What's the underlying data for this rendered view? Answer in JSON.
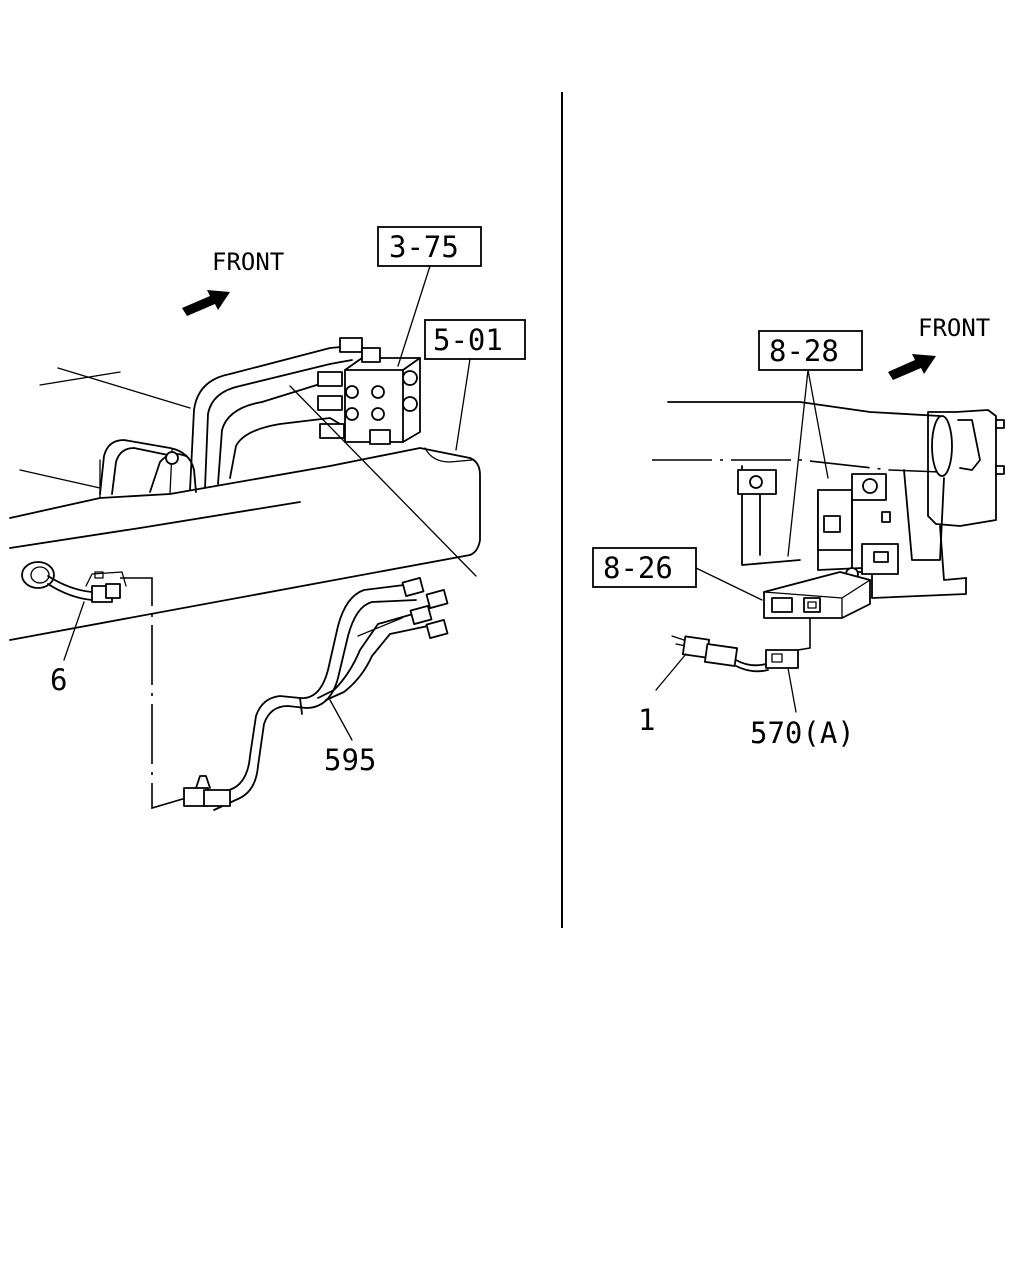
{
  "left_view": {
    "front_label": "FRONT",
    "ref_boxes": [
      "3-75",
      "5-01"
    ],
    "callouts": [
      "6",
      "595"
    ]
  },
  "right_view": {
    "front_label": "FRONT",
    "ref_boxes": [
      "8-28",
      "8-26"
    ],
    "callouts": [
      "1",
      "570(A)"
    ]
  }
}
